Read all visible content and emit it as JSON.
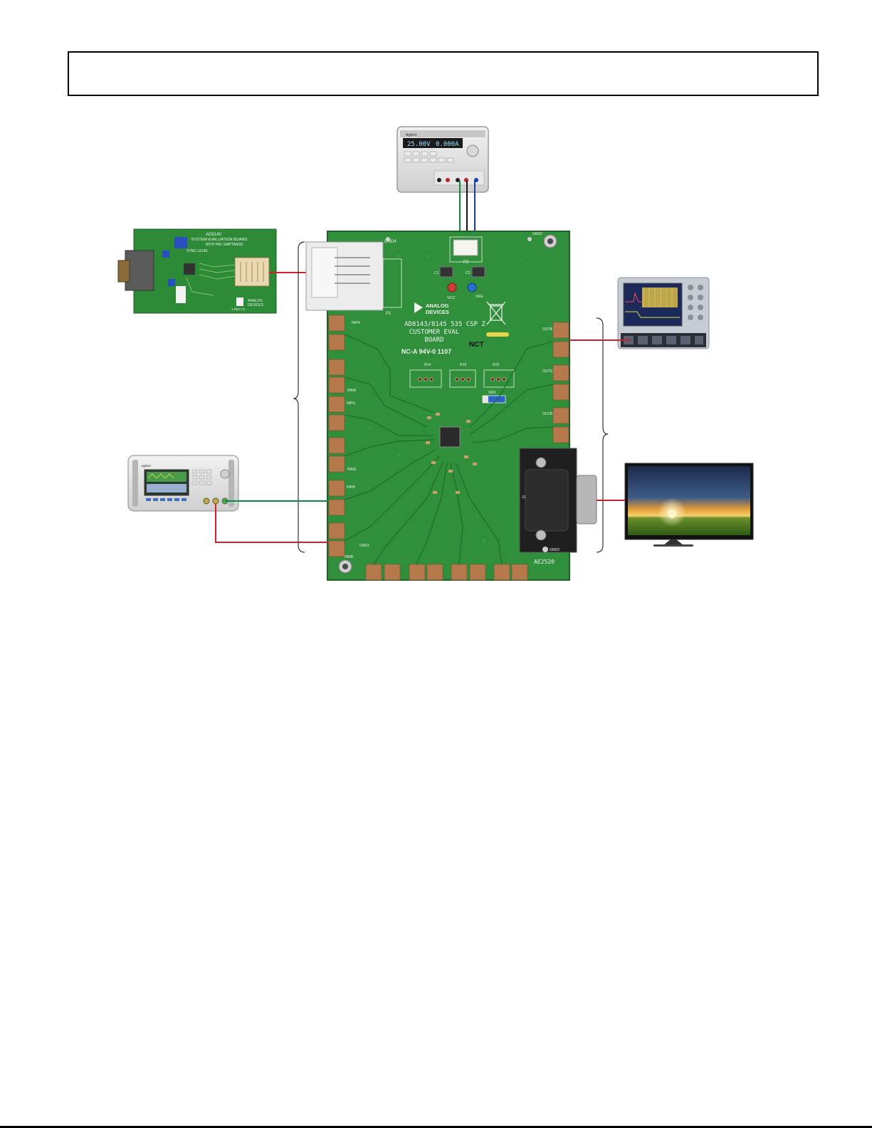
{
  "header": {
    "text": ""
  },
  "colors": {
    "wire_red": "#d0202f",
    "wire_green": "#0d8a3a",
    "wire_black": "#111111",
    "wire_blue": "#1b3ea8",
    "pcb_green": "#2f8f3a",
    "pcb_dark": "#256f2e",
    "pad_copper": "#b5794c",
    "silkscreen": "#f2f2f2",
    "instrument_gray": "#d9d9d9"
  },
  "power_supply": {
    "brand": "Agilent",
    "voltage_readout": "25.00V",
    "current_readout": "0.000A"
  },
  "sync_board": {
    "part": "AD8140",
    "title_line1": "SYSTEM EVALUATION BOARD",
    "title_line2": "WITH PAC EMPTANSD",
    "sync_label": "SYNC LEVEL",
    "rev": "1 REV A1",
    "logo_line1": "ANALOG",
    "logo_line2": "DEVICES"
  },
  "eval_board": {
    "logo_line1": "ANALOG",
    "logo_line2": "DEVICES",
    "title_line1": "AD8143/8145 535 CSP Z",
    "title_line2": "CUSTOMER EVAL",
    "title_line3": "BOARD",
    "marking": "NC-A 94V-0 1107",
    "nct": "NCT",
    "part_number": "AE2520",
    "labels": {
      "gnd4": "GND4",
      "gnd1": "GND1",
      "gnd2": "GND2",
      "gnd3": "GND3",
      "p1": "P1",
      "p2": "P2",
      "vcc": "VCC",
      "vee": "VEE",
      "c1": "C1",
      "c2": "C2",
      "inpr": "INPR",
      "innr": "INNR",
      "inpg": "INPG",
      "inng": "INNG",
      "inpb": "INPB",
      "innb": "INNB",
      "outr": "OUTR",
      "outg": "OUTG",
      "outb": "OUTB",
      "r14": "R14",
      "r19": "R19",
      "r23": "R23",
      "sw1": "SW1",
      "j1": "J1"
    }
  },
  "generator": {
    "brand": "Agilent"
  }
}
